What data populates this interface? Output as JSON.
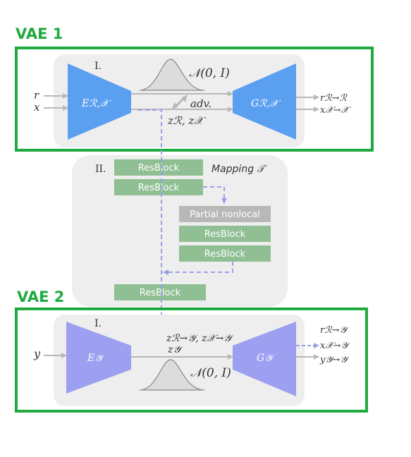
{
  "vae1": {
    "label": "VAE 1",
    "stage": "I.",
    "encoder": "Eℛ,𝒳",
    "generator": "Gℛ,𝒳",
    "inputs": [
      "r",
      "x"
    ],
    "outputs": [
      "rℛ→ℛ",
      "x𝒳→𝒳"
    ],
    "prior": "𝒩(0, I)",
    "adv": "adv.",
    "latent": "zℛ, z𝒳"
  },
  "mapping": {
    "stage": "II.",
    "title": "Mapping 𝒯",
    "blocks": [
      "ResBlock",
      "ResBlock",
      "Partial nonlocal",
      "ResBlock",
      "ResBlock",
      "ResBlock"
    ]
  },
  "vae2": {
    "label": "VAE 2",
    "stage": "I.",
    "encoder": "E𝒴",
    "generator": "G𝒴",
    "input": "y",
    "outputs": [
      "rℛ→𝒴",
      "x𝒳→𝒴",
      "y𝒴→𝒴"
    ],
    "prior": "𝒩(0, I)",
    "latent_mapped": "zℛ→𝒴, z𝒳→𝒴",
    "latent": "z𝒴"
  },
  "colors": {
    "green_frame": "#1faa3f",
    "encoder1": "#5b9ff0",
    "encoder2": "#9d9ff0",
    "resblock": "#8fbf93",
    "nonlocal": "#b8b8b8",
    "panel": "#eeeeee",
    "dashed": "#9aa0e8"
  }
}
